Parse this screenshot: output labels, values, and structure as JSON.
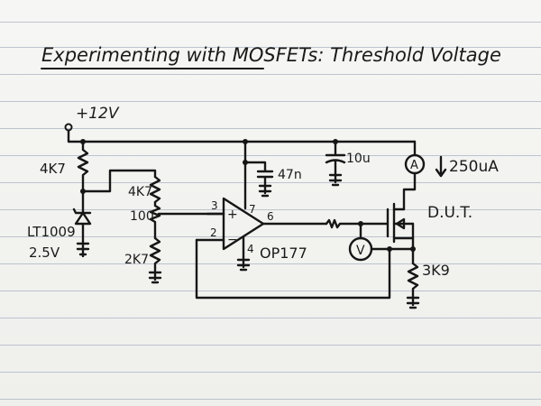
{
  "title": "Experimenting with MOSFETs: Threshold Voltage",
  "supply_label": "+12V",
  "resistors": {
    "r_top_left": "4K7",
    "r_pot_top": "4K7",
    "pot": "100",
    "r_pot_bottom": "2K7",
    "r_source": "3K9"
  },
  "reference": {
    "part": "LT1009",
    "voltage": "2.5V"
  },
  "capacitors": {
    "c1": "47n",
    "c2": "10u"
  },
  "opamp": {
    "part": "OP177",
    "pin_noninv": "3",
    "pin_inv": "2",
    "pin_vplus": "7",
    "pin_vminus": "4",
    "pin_out": "6"
  },
  "meters": {
    "ammeter": "A",
    "voltmeter": "V"
  },
  "current_label": "250uA",
  "dut_label": "D.U.T."
}
